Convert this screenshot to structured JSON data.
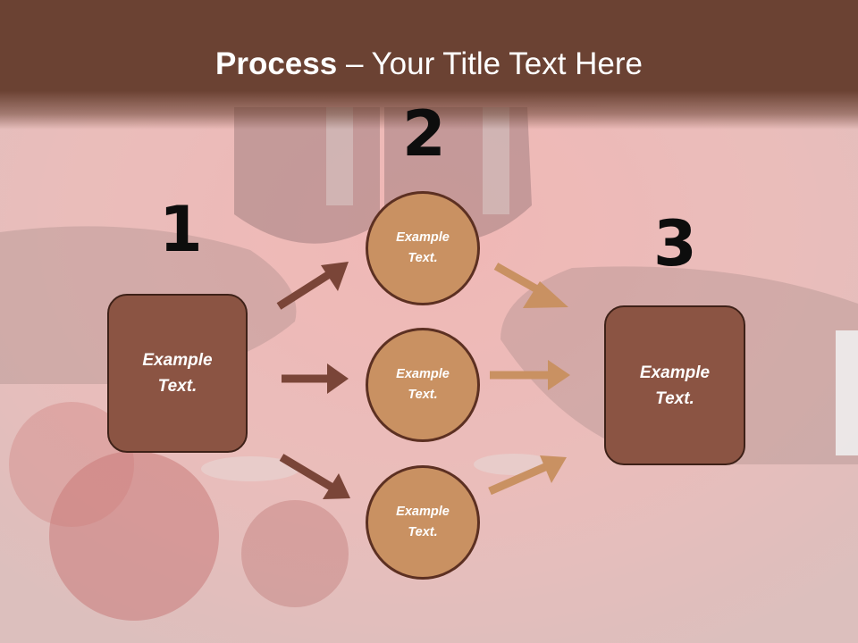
{
  "slide": {
    "title_bold": "Process",
    "title_rest": " – Your Title Text Here"
  },
  "steps": {
    "n1": "1",
    "n2": "2",
    "n3": "3"
  },
  "left_box": {
    "text": "Example\nText."
  },
  "right_box": {
    "text": "Example\nText."
  },
  "circles": [
    {
      "text": "Example\nText."
    },
    {
      "text": "Example\nText."
    },
    {
      "text": "Example\nText."
    }
  ],
  "colors": {
    "header": "#6b4233",
    "box_fill": "#8b5443",
    "circle_fill": "#c99162",
    "arrow_dark": "#7a4538",
    "arrow_light": "#c99162"
  }
}
